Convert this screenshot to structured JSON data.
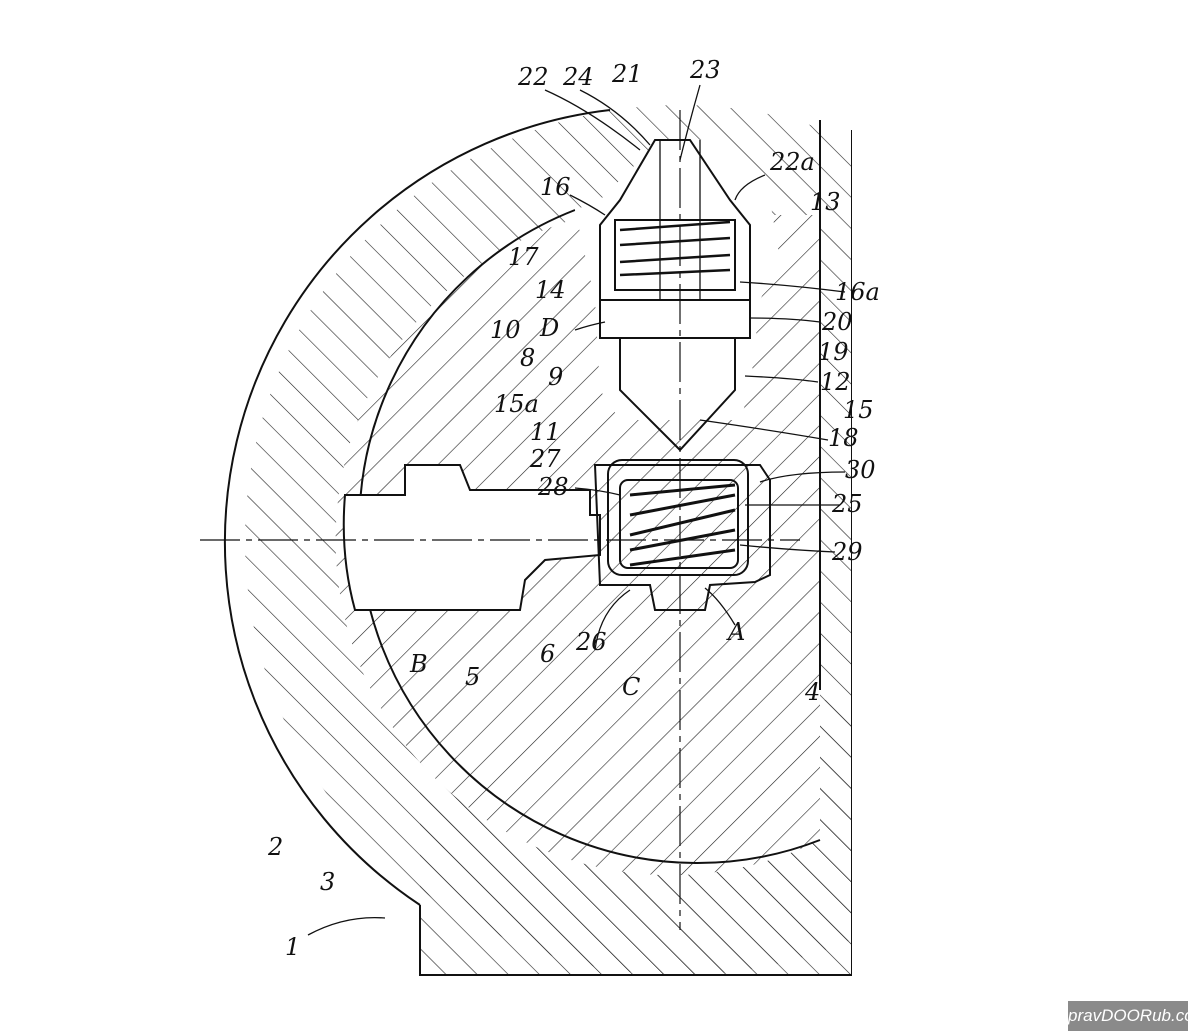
{
  "figure": {
    "labels": {
      "l22": "22",
      "l24": "24",
      "l21": "21",
      "l23": "23",
      "l22a": "22a",
      "l16": "16",
      "l13": "13",
      "l17": "17",
      "l16a": "16a",
      "l14": "14",
      "l20": "20",
      "l10": "10",
      "lD": "D",
      "l19": "19",
      "l8": "8",
      "l9": "9",
      "l12": "12",
      "l15": "15",
      "l15a": "15a",
      "l18": "18",
      "l11": "11",
      "l27": "27",
      "l30": "30",
      "l28": "28",
      "l25": "25",
      "l29": "29",
      "lB": "B",
      "l5": "5",
      "l6": "6",
      "l26": "26",
      "lA": "A",
      "lC": "C",
      "l4": "4",
      "l2": "2",
      "l3": "3",
      "l1": "1"
    }
  },
  "watermark": "pravDOORub.com"
}
